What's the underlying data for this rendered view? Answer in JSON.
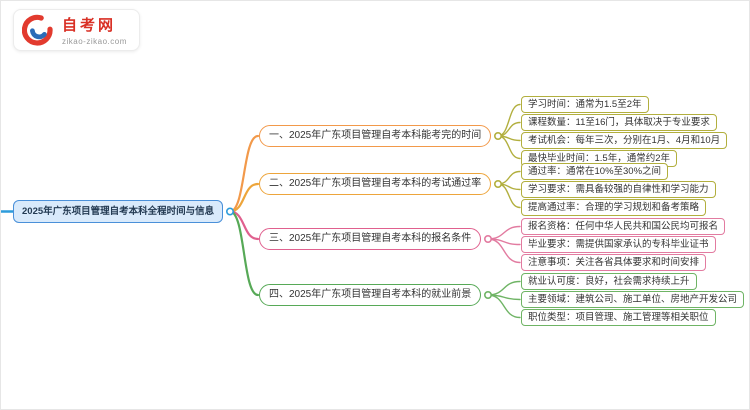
{
  "brand": {
    "name": "自考网",
    "domain": "zikao-zikao.com"
  },
  "root": {
    "label": "2025年广东项目管理自考本科全程时间与信息"
  },
  "colors": {
    "root_border": "#4a90d9",
    "root_fill": "#d9eafb",
    "root_line": "#2d9cdb"
  },
  "branches": [
    {
      "label": "一、2025年广东项目管理自考本科能考完的时间",
      "color": "#f2994a",
      "leaf_color": "#b2af3e",
      "children": [
        {
          "text": "学习时间：通常为1.5至2年"
        },
        {
          "text": "课程数量：11至16门，具体取决于专业要求"
        },
        {
          "text": "考试机会：每年三次，分别在1月、4月和10月"
        },
        {
          "text": "最快毕业时间：1.5年，通常约2年"
        }
      ]
    },
    {
      "label": "二、2025年广东项目管理自考本科的考试通过率",
      "color": "#eda53b",
      "leaf_color": "#b2af3e",
      "children": [
        {
          "text": "通过率：通常在10%至30%之间"
        },
        {
          "text": "学习要求：需具备较强的自律性和学习能力"
        },
        {
          "text": "提高通过率：合理的学习规划和备考策略"
        }
      ]
    },
    {
      "label": "三、2025年广东项目管理自考本科的报名条件",
      "color": "#e0608e",
      "leaf_color": "#e27ba0",
      "children": [
        {
          "text": "报名资格：任何中华人民共和国公民均可报名"
        },
        {
          "text": "毕业要求：需提供国家承认的专科毕业证书"
        },
        {
          "text": "注意事项：关注各省具体要求和时间安排"
        }
      ]
    },
    {
      "label": "四、2025年广东项目管理自考本科的就业前景",
      "color": "#57a957",
      "leaf_color": "#6fb465",
      "children": [
        {
          "text": "就业认可度：良好，社会需求持续上升"
        },
        {
          "text": "主要领域：建筑公司、施工单位、房地产开发公司"
        },
        {
          "text": "职位类型：项目管理、施工管理等相关职位"
        }
      ]
    }
  ]
}
